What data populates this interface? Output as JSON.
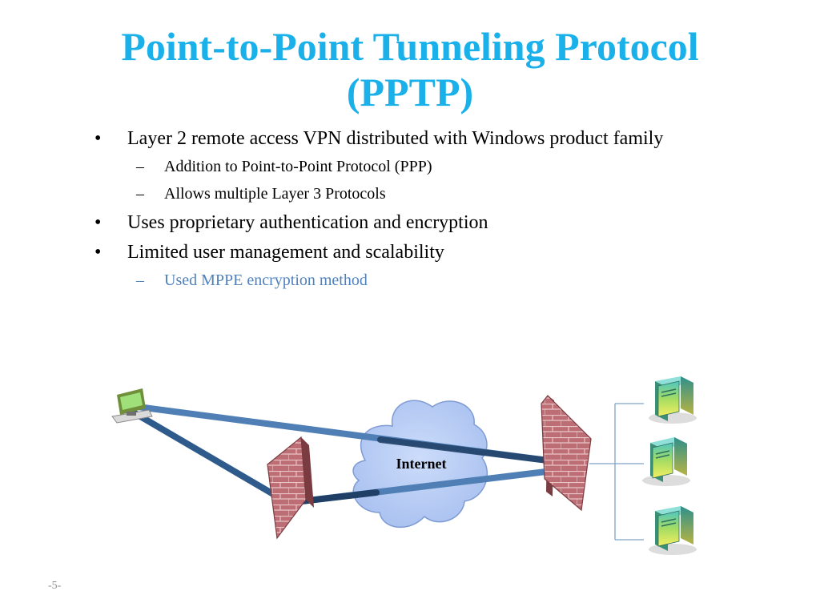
{
  "slide": {
    "title_line1": "Point-to-Point Tunneling Protocol",
    "title_line2": "(PPTP)",
    "page_number": "-5-"
  },
  "bullets": [
    {
      "text": "Layer 2 remote access VPN distributed with Windows product family",
      "subs": [
        "Addition to Point-to-Point Protocol (PPP)",
        "Allows multiple Layer 3 Protocols"
      ]
    },
    {
      "text": "Uses proprietary authentication and encryption",
      "subs": []
    },
    {
      "text": "Limited user management and scalability",
      "subs": [
        "Used MPPE encryption method"
      ]
    }
  ],
  "markers": {
    "bullet": "•",
    "dash": "–"
  },
  "diagram": {
    "cloud_label": "Internet",
    "icons": [
      "client-computer-icon",
      "firewall-icon",
      "server-icon"
    ]
  },
  "colors": {
    "title": "#1ab1ea",
    "accent_text": "#4f81bd",
    "tunnel_line": "#4f7fb5",
    "tunnel_line_dark": "#1f3f66",
    "cloud_fill": "#b8cdf5",
    "firewall": "#b6646c",
    "server": "#a9dc62"
  }
}
